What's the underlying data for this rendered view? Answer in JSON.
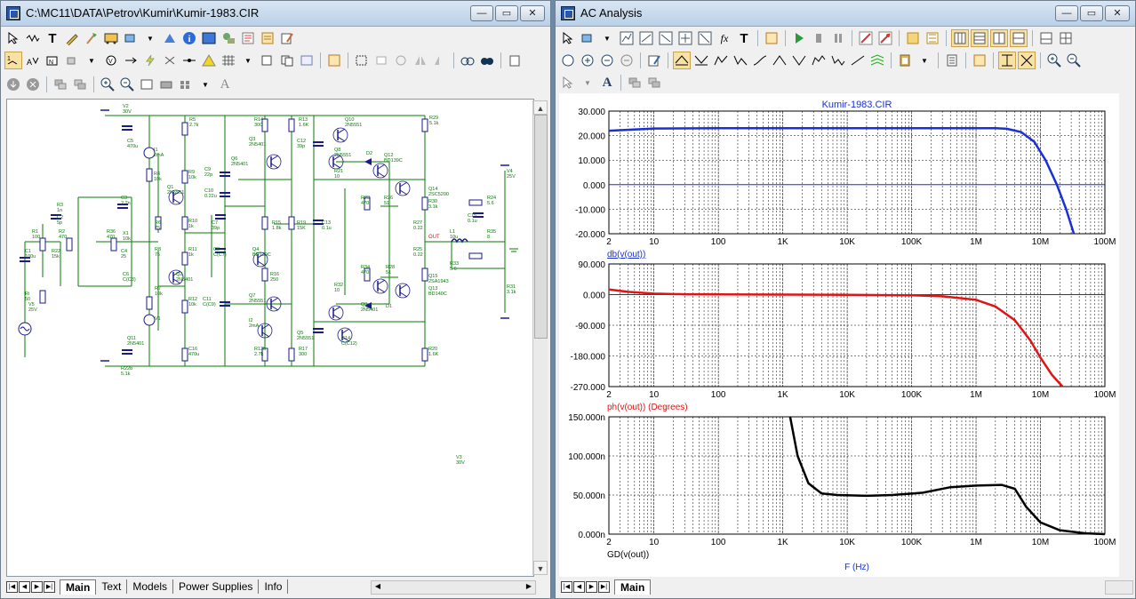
{
  "left_window": {
    "title": "C:\\MC11\\DATA\\Petrov\\Kumir\\Kumir-1983.CIR",
    "tabs": [
      "Main",
      "Text",
      "Models",
      "Power Supplies",
      "Info"
    ],
    "active_tab": "Main"
  },
  "right_window": {
    "title": "AC Analysis",
    "tabs": [
      "Main"
    ],
    "active_tab": "Main"
  },
  "window_buttons": {
    "minimize": "—",
    "maximize": "▭",
    "close": "✕"
  },
  "schematic": {
    "components": [
      {
        "ref": "V2",
        "value": "30V"
      },
      {
        "ref": "C5",
        "value": "470u"
      },
      {
        "ref": "R5",
        "value": "2.7k"
      },
      {
        "ref": "R14",
        "value": "300"
      },
      {
        "ref": "R13",
        "value": "1.6K"
      },
      {
        "ref": "C12",
        "value": "39p"
      },
      {
        "ref": "Q10",
        "value": "2N5551"
      },
      {
        "ref": "R29",
        "value": "5.1k"
      },
      {
        "ref": "I1",
        "value": "2mA"
      },
      {
        "ref": "R4",
        "value": "10k"
      },
      {
        "ref": "Q3",
        "value": "2N5401"
      },
      {
        "ref": "Q6",
        "value": "2N5401"
      },
      {
        "ref": "Q8",
        "value": "2N5551"
      },
      {
        "ref": "R21",
        "value": "10"
      },
      {
        "ref": "D2",
        "value": ""
      },
      {
        "ref": "Q12",
        "value": "BD139C"
      },
      {
        "ref": "V4",
        "value": "25V"
      },
      {
        "ref": "R9",
        "value": "10k"
      },
      {
        "ref": "C9",
        "value": "22p"
      },
      {
        "ref": "C10",
        "value": "0.22u"
      },
      {
        "ref": "R23",
        "value": "470"
      },
      {
        "ref": "R26",
        "value": "51"
      },
      {
        "ref": "Q14",
        "value": "2SC5200"
      },
      {
        "ref": "C3",
        "value": "2.2n"
      },
      {
        "ref": "Q1",
        "value": "2N5551"
      },
      {
        "ref": "R3",
        "value": "1n"
      },
      {
        "ref": "C2",
        "value": "5p"
      },
      {
        "ref": "R30",
        "value": "3.1k"
      },
      {
        "ref": "R24",
        "value": "5.6"
      },
      {
        "ref": "R6",
        "value": "75"
      },
      {
        "ref": "R10",
        "value": "1k"
      },
      {
        "ref": "C7",
        "value": "39p"
      },
      {
        "ref": "R15",
        "value": "1.8k"
      },
      {
        "ref": "R19",
        "value": "15K"
      },
      {
        "ref": "C13",
        "value": "0.1u"
      },
      {
        "ref": "R27",
        "value": "0.22"
      },
      {
        "ref": "C15",
        "value": "0.1u"
      },
      {
        "ref": "R1",
        "value": "100"
      },
      {
        "ref": "R2",
        "value": "470"
      },
      {
        "ref": "R36",
        "value": "470"
      },
      {
        "ref": "X1",
        "value": "10k"
      },
      {
        "ref": "L1",
        "value": "10u"
      },
      {
        "ref": "R35",
        "value": "8"
      },
      {
        "ref": "C1",
        "value": "100u"
      },
      {
        "ref": "R22",
        "value": "15k"
      },
      {
        "ref": "C4",
        "value": "25"
      },
      {
        "ref": "R8",
        "value": "75"
      },
      {
        "ref": "R11",
        "value": "1k"
      },
      {
        "ref": "C8",
        "value": "C(C7)"
      },
      {
        "ref": "Q4",
        "value": "BD139C"
      },
      {
        "ref": "R25",
        "value": "0.22"
      },
      {
        "ref": "R33",
        "value": "5.6"
      },
      {
        "ref": "C6",
        "value": "C(C3)"
      },
      {
        "ref": "R16",
        "value": "250"
      },
      {
        "ref": "R34",
        "value": "470"
      },
      {
        "ref": "R28",
        "value": "51"
      },
      {
        "ref": "Q15",
        "value": "2SA1943"
      },
      {
        "ref": "Ri",
        "value": "50"
      },
      {
        "ref": "R7",
        "value": "10k"
      },
      {
        "ref": "Q2",
        "value": "2N5401"
      },
      {
        "ref": "R12",
        "value": "10k"
      },
      {
        "ref": "C11",
        "value": "C(C9)"
      },
      {
        "ref": "Q7",
        "value": "2N5551"
      },
      {
        "ref": "R32",
        "value": "10"
      },
      {
        "ref": "Q9",
        "value": "2N5401"
      },
      {
        "ref": "D1",
        "value": ""
      },
      {
        "ref": "Q13",
        "value": "BD140C"
      },
      {
        "ref": "R31",
        "value": "3.1k"
      },
      {
        "ref": "V5",
        "value": "25V"
      },
      {
        "ref": "V1",
        "value": ""
      },
      {
        "ref": "I2",
        "value": "2mA"
      },
      {
        "ref": "Q5",
        "value": "2N5551"
      },
      {
        "ref": "C14",
        "value": "C(C12)"
      },
      {
        "ref": "Q11",
        "value": "2N5401"
      },
      {
        "ref": "C16",
        "value": "470u"
      },
      {
        "ref": "R13b",
        "value": "2.7k"
      },
      {
        "ref": "R17",
        "value": "300"
      },
      {
        "ref": "R20",
        "value": "1.6K"
      },
      {
        "ref": "R22b",
        "value": "5.1k"
      },
      {
        "ref": "V3",
        "value": "30V"
      }
    ],
    "out_label": "OUT"
  },
  "chart_data": [
    {
      "type": "line",
      "title": "Kumir-1983.CIR",
      "x_scale": "log",
      "xlim": [
        2,
        100000000
      ],
      "x_ticks": [
        "2",
        "10",
        "100",
        "1K",
        "10K",
        "100K",
        "1M",
        "10M",
        "100M"
      ],
      "ylim": [
        -20,
        30
      ],
      "y_ticks": [
        "30.000",
        "20.000",
        "10.000",
        "0.000",
        "-10.000",
        "-20.000"
      ],
      "series": [
        {
          "name": "db(v(out))",
          "color": "#1a2fd6",
          "x": [
            2,
            10,
            100,
            1000,
            10000,
            100000,
            1000000,
            2000000,
            3000000,
            5000000,
            8000000,
            12000000,
            18000000,
            25000000,
            33000000
          ],
          "y": [
            22.0,
            22.9,
            23.0,
            23.0,
            23.0,
            23.0,
            23.0,
            23.0,
            22.8,
            21.5,
            17.5,
            10.0,
            0.0,
            -10.0,
            -20.0
          ]
        }
      ],
      "grid": true
    },
    {
      "type": "line",
      "x_scale": "log",
      "xlim": [
        2,
        100000000
      ],
      "x_ticks": [
        "2",
        "10",
        "100",
        "1K",
        "10K",
        "100K",
        "1M",
        "10M",
        "100M"
      ],
      "ylim": [
        -270,
        90
      ],
      "y_ticks": [
        "90.000",
        "0.000",
        "-90.000",
        "-180.000",
        "-270.000"
      ],
      "series": [
        {
          "name": "ph(v(out)) (Degrees)",
          "color": "#e01414",
          "x": [
            2,
            4,
            10,
            30,
            100,
            1000,
            10000,
            100000,
            300000,
            1000000,
            2000000,
            4000000,
            7000000,
            10000000,
            15000000,
            22000000
          ],
          "y": [
            15.0,
            8.0,
            3.0,
            1.0,
            0.5,
            0.0,
            -0.5,
            -2.0,
            -5.0,
            -15.0,
            -35.0,
            -75.0,
            -135.0,
            -185.0,
            -235.0,
            -270.0
          ]
        }
      ],
      "grid": true
    },
    {
      "type": "line",
      "x_scale": "log",
      "xlim": [
        2,
        100000000
      ],
      "x_ticks": [
        "2",
        "10",
        "100",
        "1K",
        "10K",
        "100K",
        "1M",
        "10M",
        "100M"
      ],
      "xlabel": "F (Hz)",
      "ylim": [
        0,
        150
      ],
      "y_ticks": [
        "150.000n",
        "100.000n",
        "50.000n",
        "0.000n"
      ],
      "series": [
        {
          "name": "GD(v(out))",
          "color": "#000000",
          "x": [
            1300,
            1700,
            2500,
            4000,
            7000,
            20000,
            50000,
            150000,
            400000,
            1000000,
            2500000,
            4000000,
            6000000,
            10000000,
            20000000,
            50000000,
            100000000
          ],
          "y": [
            150,
            100,
            65,
            52,
            50,
            49,
            50,
            53,
            60,
            62,
            63,
            58,
            35,
            15,
            5,
            1,
            0
          ]
        }
      ],
      "grid": true
    }
  ]
}
